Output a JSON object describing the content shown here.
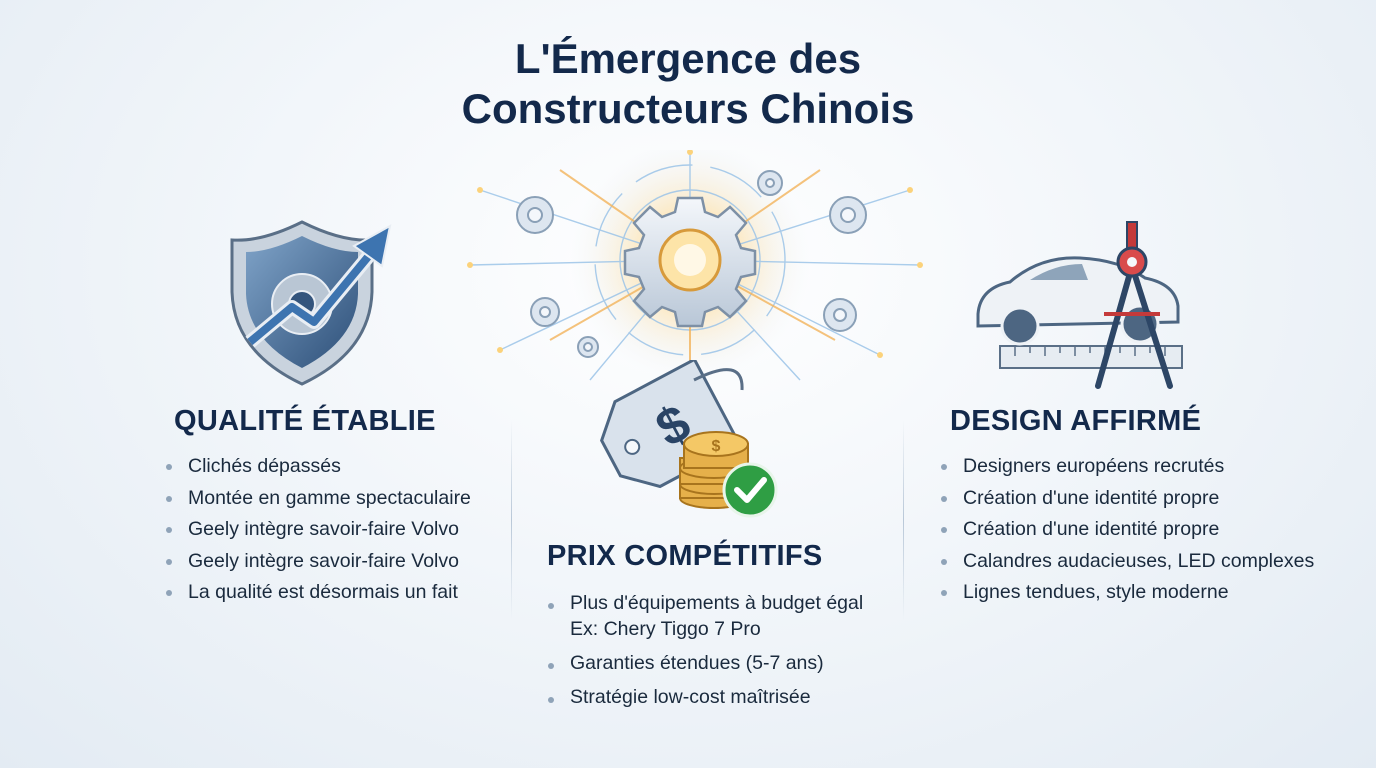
{
  "title": {
    "line1": "L'Émergence des",
    "line2": "Constructeurs Chinois"
  },
  "icons": {
    "hub": "gear-hub-icon",
    "quality": "shield-gear-arrow-icon",
    "price": "price-tag-coins-check-icon",
    "design": "car-compass-ruler-icon"
  },
  "colors": {
    "heading": "#13294b",
    "accent_orange": "#f3a93c",
    "check_green": "#2f9e44",
    "coin_gold": "#e0a83a"
  },
  "columns": {
    "quality": {
      "heading": "QUALITÉ ÉTABLIE",
      "points": [
        "Clichés dépassés",
        "Montée en gamme spectaculaire",
        "Geely intègre savoir-faire Volvo",
        "Geely intègre savoir-faire Volvo",
        "La qualité est désormais un fait"
      ]
    },
    "price": {
      "heading": "PRIX COMPÉTITIFS",
      "points": [
        {
          "line1": "Plus d'équipements à budget égal",
          "line2": "Ex: Chery Tiggo 7 Pro"
        },
        {
          "line1": "Garanties étendues (5-7 ans)"
        },
        {
          "line1": "Stratégie low-cost maîtrisée"
        }
      ]
    },
    "design": {
      "heading": "DESIGN AFFIRMÉ",
      "points": [
        "Designers européens recrutés",
        "Création d'une identité propre",
        "Création d'une identité propre",
        "Calandres audacieuses, LED complexes",
        "Lignes tendues, style moderne"
      ]
    }
  }
}
